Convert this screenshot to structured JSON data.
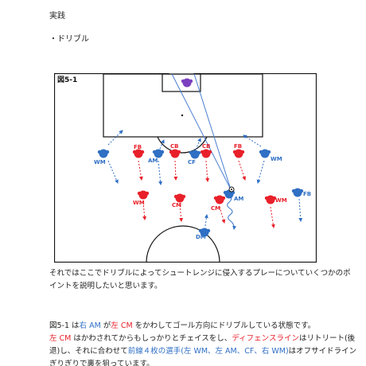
{
  "heading": "実践",
  "subheading": "・ドリブル",
  "figure": {
    "label": "図5-1",
    "players": [
      {
        "label": "FB",
        "team": "red"
      },
      {
        "label": "CB",
        "team": "red"
      },
      {
        "label": "CB",
        "team": "red"
      },
      {
        "label": "FB",
        "team": "red"
      },
      {
        "label": "WM",
        "team": "red"
      },
      {
        "label": "CM",
        "team": "red"
      },
      {
        "label": "CM",
        "team": "red"
      },
      {
        "label": "WM",
        "team": "red"
      },
      {
        "label": "WM",
        "team": "blue"
      },
      {
        "label": "AM",
        "team": "blue"
      },
      {
        "label": "CF",
        "team": "blue"
      },
      {
        "label": "WM",
        "team": "blue"
      },
      {
        "label": "AM",
        "team": "blue"
      },
      {
        "label": "FB",
        "team": "blue"
      },
      {
        "label": "DM",
        "team": "blue"
      }
    ],
    "colors": {
      "red": "#e8202a",
      "blue": "#2f6fc4",
      "gk": "#7b3fc0"
    }
  },
  "paragraph1": {
    "line1": "それではここでドリブルによってシュートレンジに侵入するプレーについていくつかのポ",
    "line2": "イントを説明したいと思います。"
  },
  "paragraph2": {
    "s1": "図5-1 は",
    "s2": "右 AM",
    "s3": " が",
    "s4": "左 CM",
    "s5": " をかわしてゴール方向にドリブルしている状態です。"
  },
  "paragraph3": {
    "s1": "左 CM",
    "s2": " はかわされてからもしっかりとチェイスをし、",
    "s3": "ディフェンスライン",
    "s4": "はリトリート(後"
  },
  "paragraph4": {
    "s1": "退)し、それに合わせて",
    "s2": "前線４枚の選手(左 WM、左 AM、CF、右 WM)",
    "s3": "はオフサイドライン"
  },
  "paragraph5": "ぎりぎりで裏を狙っています。"
}
